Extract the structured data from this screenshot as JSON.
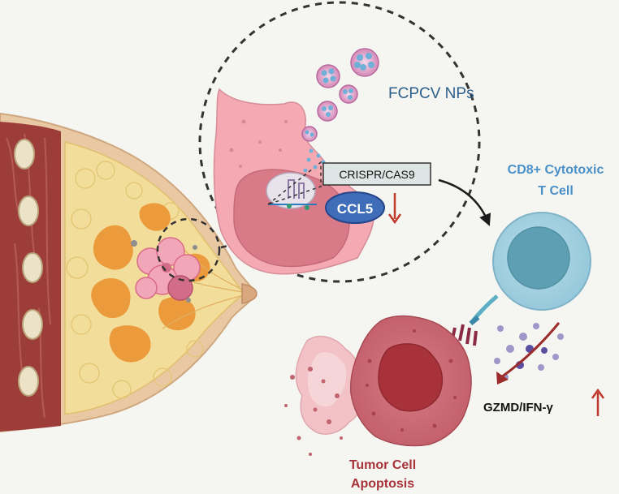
{
  "labels": {
    "nanoparticles": "FCPCV NPs",
    "crispr": "CRISPR/CAS9",
    "ccl5": "CCL5",
    "tcell_line1": "CD8+ Cytotoxic",
    "tcell_line2": "T Cell",
    "cytokines": "GZMD/IFN-γ",
    "apoptosis_line1": "Tumor Cell",
    "apoptosis_line2": "Apoptosis"
  },
  "colors": {
    "background": "#f5f6f1",
    "nanoparticle_text": "#2d5f8c",
    "tcell_text": "#4a90c8",
    "ccl5_fill": "#3f6db8",
    "down_arrow": "#c0392b",
    "apoptosis_text": "#a8323a",
    "tumor_cell": "#c2606a"
  },
  "icons": {
    "knockdown": "down-arrow-icon",
    "upregulation": "up-arrow-icon"
  }
}
